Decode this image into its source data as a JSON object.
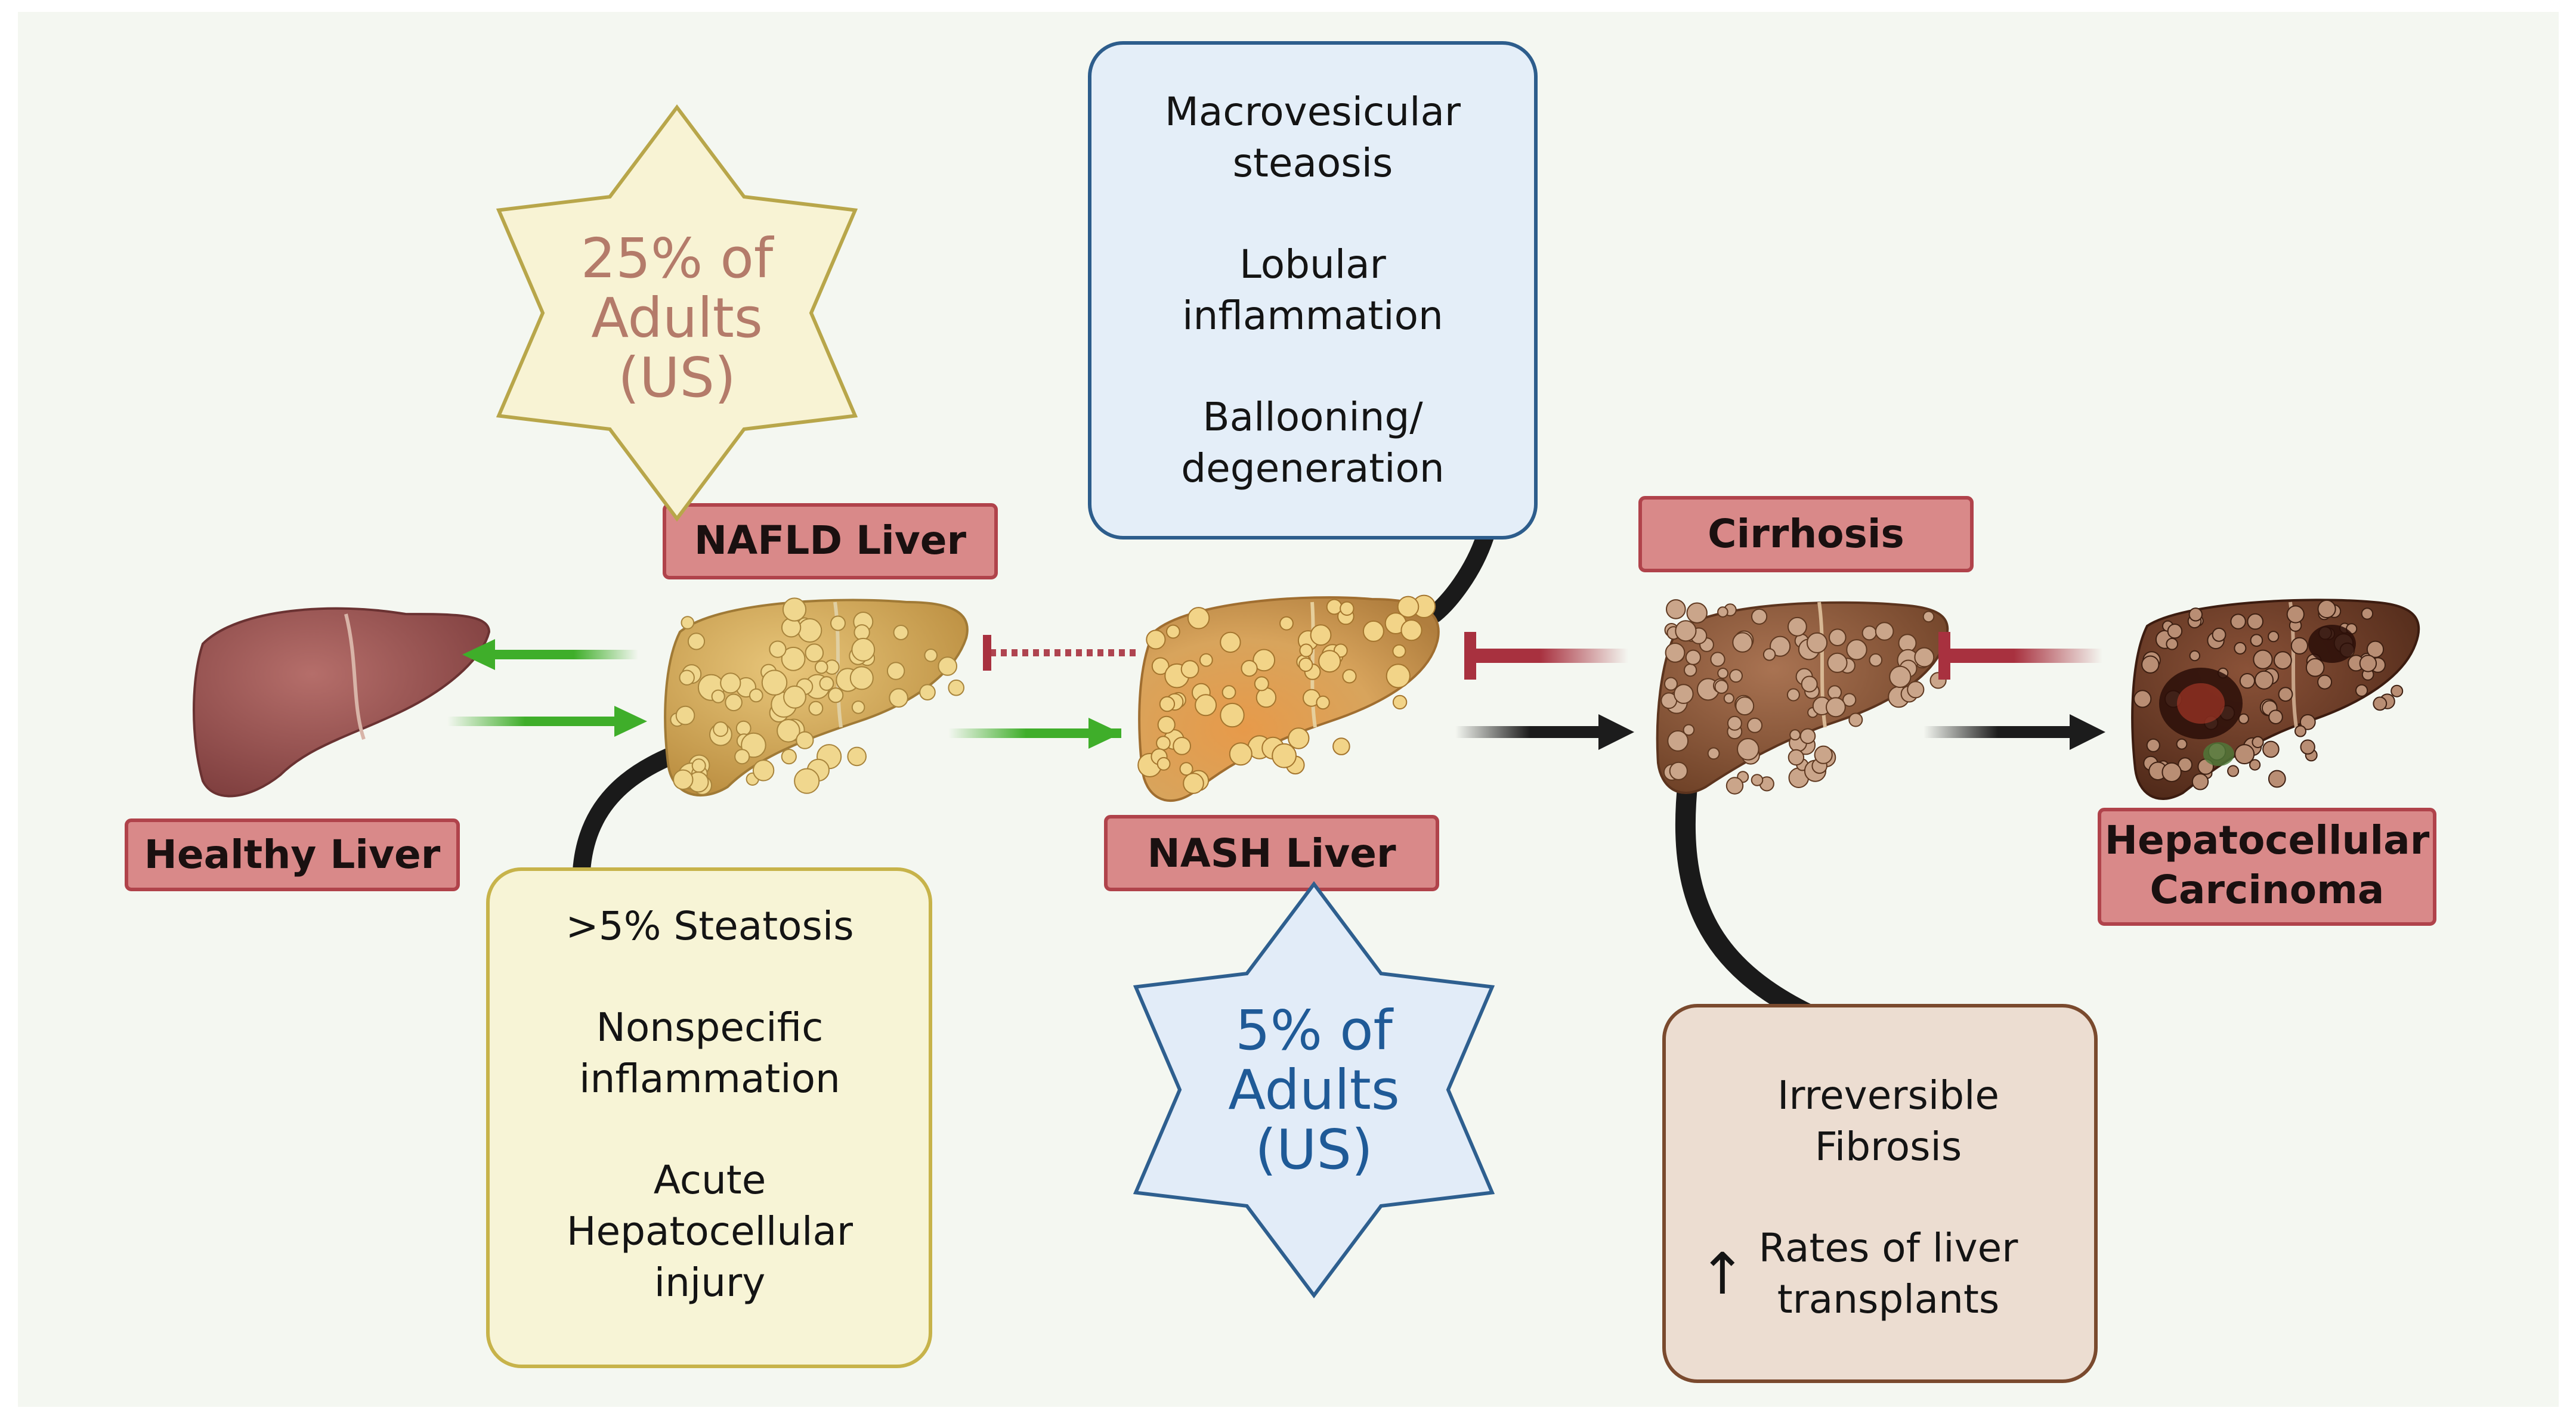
{
  "colors": {
    "background": "#f4f7f1",
    "label_fill": "#d98989",
    "label_stroke": "#b0434b",
    "green_arrow": "#3fae2a",
    "red_inhibit": "#a8313f",
    "black_arrow": "#1c1c1c",
    "yellow_box_fill": "#f7f4d6",
    "yellow_box_stroke": "#c7b34a",
    "blue_box_fill": "#e4eef8",
    "blue_box_stroke": "#2d5d8c",
    "brown_box_fill": "#ecddd1",
    "brown_box_stroke": "#7a4a2e",
    "star_yellow_fill": "#f8f3d4",
    "star_yellow_stroke": "#b8a64a",
    "star_yellow_text": "#b47b6a",
    "star_blue_fill": "#e2ecf8",
    "star_blue_stroke": "#2e5f8f",
    "star_blue_text": "#1f5a97"
  },
  "labels": {
    "healthy": "Healthy Liver",
    "nafld": "NAFLD Liver",
    "nash": "NASH Liver",
    "cirrhosis": "Cirrhosis",
    "hcc": [
      "Hepatocellular",
      "Carcinoma"
    ]
  },
  "stars": {
    "nafld": [
      "25% of",
      "Adults",
      "(US)"
    ],
    "nash": [
      "5% of",
      "Adults",
      "(US)"
    ]
  },
  "boxes": {
    "nafld": [
      ">5% Steatosis",
      "",
      "Nonspecific",
      "inflammation",
      "",
      "Acute",
      "Hepatocellular",
      "injury"
    ],
    "nash": [
      "Macrovesicular",
      "steaosis",
      "",
      "Lobular",
      "inflammation",
      "",
      "Ballooning/",
      "degeneration"
    ],
    "cirrhosis": [
      "Irreversible",
      "Fibrosis",
      "",
      "Rates of liver",
      "transplants"
    ]
  },
  "icons": {
    "livers": [
      "healthy-liver-icon",
      "nafld-liver-icon",
      "nash-liver-icon",
      "cirrhosis-liver-icon",
      "hcc-liver-icon"
    ],
    "up_arrow": "↑"
  }
}
